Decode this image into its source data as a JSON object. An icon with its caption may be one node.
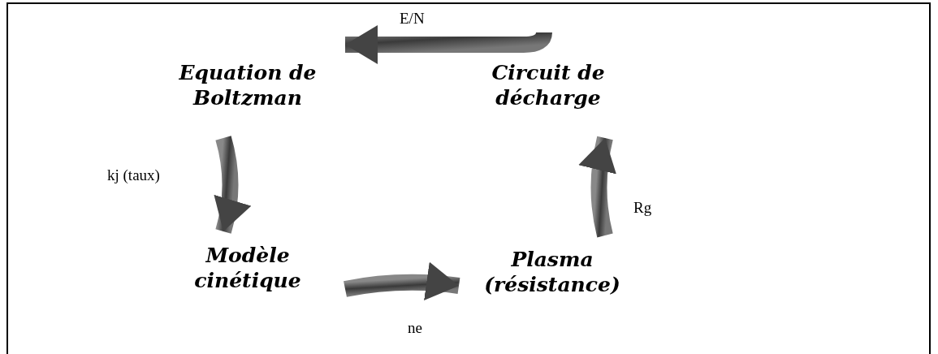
{
  "diagram": {
    "nodes": [
      {
        "text": [
          "Equation de Boltzman"
        ]
      },
      {
        "text": [
          "Circuit de décharge"
        ]
      },
      {
        "text": [
          "Plasma (résistance)"
        ]
      },
      {
        "text": [
          "Modèle cinétique"
        ]
      }
    ],
    "edges": [
      {
        "from": 1,
        "to": 0,
        "arrow": "to",
        "label": "E/N"
      },
      {
        "from": 0,
        "to": 3,
        "arrow": "to",
        "label": "kj (taux)"
      },
      {
        "from": 3,
        "to": 2,
        "arrow": "to",
        "label": "ne"
      },
      {
        "from": 2,
        "to": 1,
        "arrow": "to",
        "label": "Rg"
      }
    ]
  }
}
